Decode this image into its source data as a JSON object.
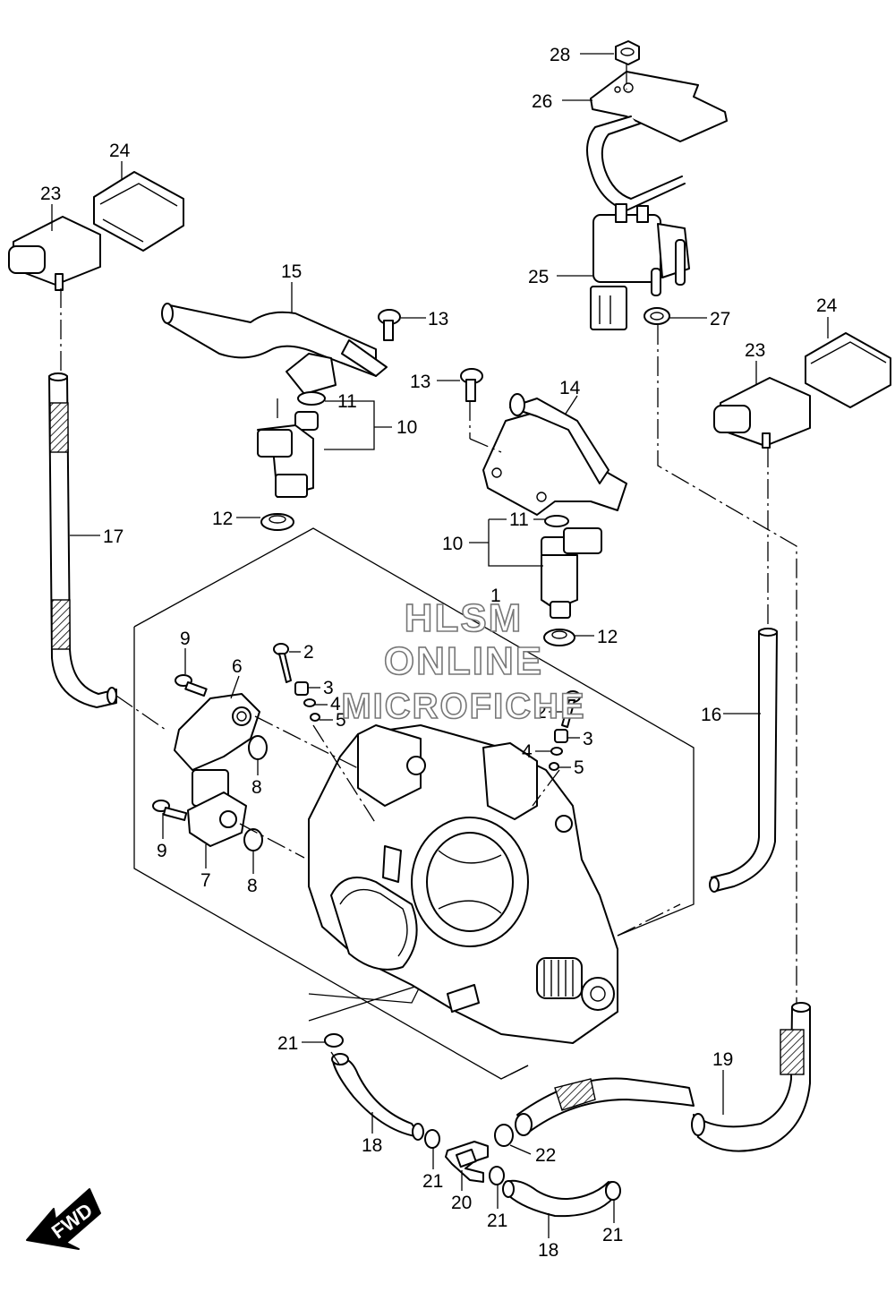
{
  "watermark": {
    "line1": "HLSM",
    "line2": "ONLINE",
    "line3": "MICROFICHE"
  },
  "fwd_label": "FWD",
  "part_labels": {
    "p28": "28",
    "p26": "26",
    "p24a": "24",
    "p23a": "23",
    "p15": "15",
    "p13a": "13",
    "p25": "25",
    "p27": "27",
    "p24b": "24",
    "p23b": "23",
    "p11a": "11",
    "p10a": "10",
    "p13b": "13",
    "p14": "14",
    "p12a": "12",
    "p17": "17",
    "p11b": "11",
    "p10b": "10",
    "p1": "1",
    "p12b": "12",
    "p9a": "9",
    "p2a": "2",
    "p6": "6",
    "p3a": "3",
    "p4a": "4",
    "p5a": "5",
    "p16": "16",
    "p2b": "2",
    "p3b": "3",
    "p4b": "4",
    "p5b": "5",
    "p8a": "8",
    "p9b": "9",
    "p7": "7",
    "p8b": "8",
    "p21a": "21",
    "p19": "19",
    "p18a": "18",
    "p22": "22",
    "p21b": "21",
    "p20": "20",
    "p21c": "21",
    "p21d": "21",
    "p18b": "18"
  }
}
